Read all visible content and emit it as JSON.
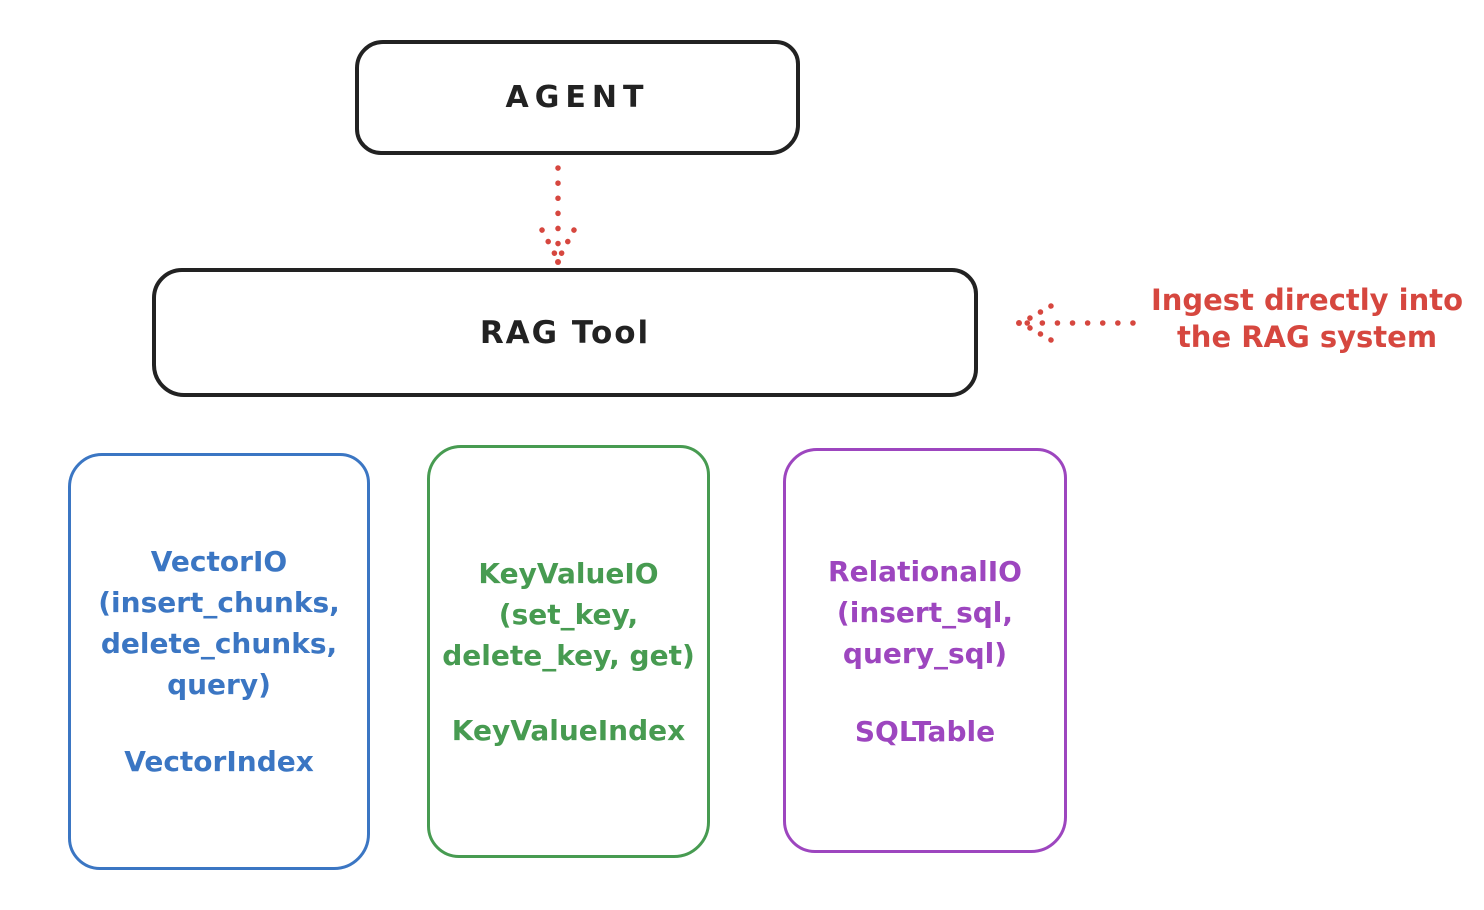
{
  "diagram": {
    "agent_box": {
      "label": "AGENT"
    },
    "rag_tool_box": {
      "label": "RAG Tool"
    },
    "annotation": {
      "line1": "Ingest directly into",
      "line2": "the RAG system"
    },
    "io_boxes": [
      {
        "name": "vector-io",
        "lines": [
          "VectorIO",
          "(insert_chunks,",
          "delete_chunks,",
          "query)"
        ],
        "index_label": "VectorIndex",
        "color": "#3b76c3"
      },
      {
        "name": "keyvalue-io",
        "lines": [
          "KeyValueIO",
          "(set_key,",
          "delete_key, get)"
        ],
        "index_label": "KeyValueIndex",
        "color": "#479b51"
      },
      {
        "name": "relational-io",
        "lines": [
          "RelationalIO",
          "(insert_sql,",
          "query_sql)"
        ],
        "index_label": "SQLTable",
        "color": "#9d46bf"
      }
    ],
    "colors": {
      "stroke": "#222222",
      "red": "#d6473f",
      "blue": "#3b76c3",
      "green": "#479b51",
      "purple": "#9d46bf",
      "background": "#ffffff"
    }
  }
}
